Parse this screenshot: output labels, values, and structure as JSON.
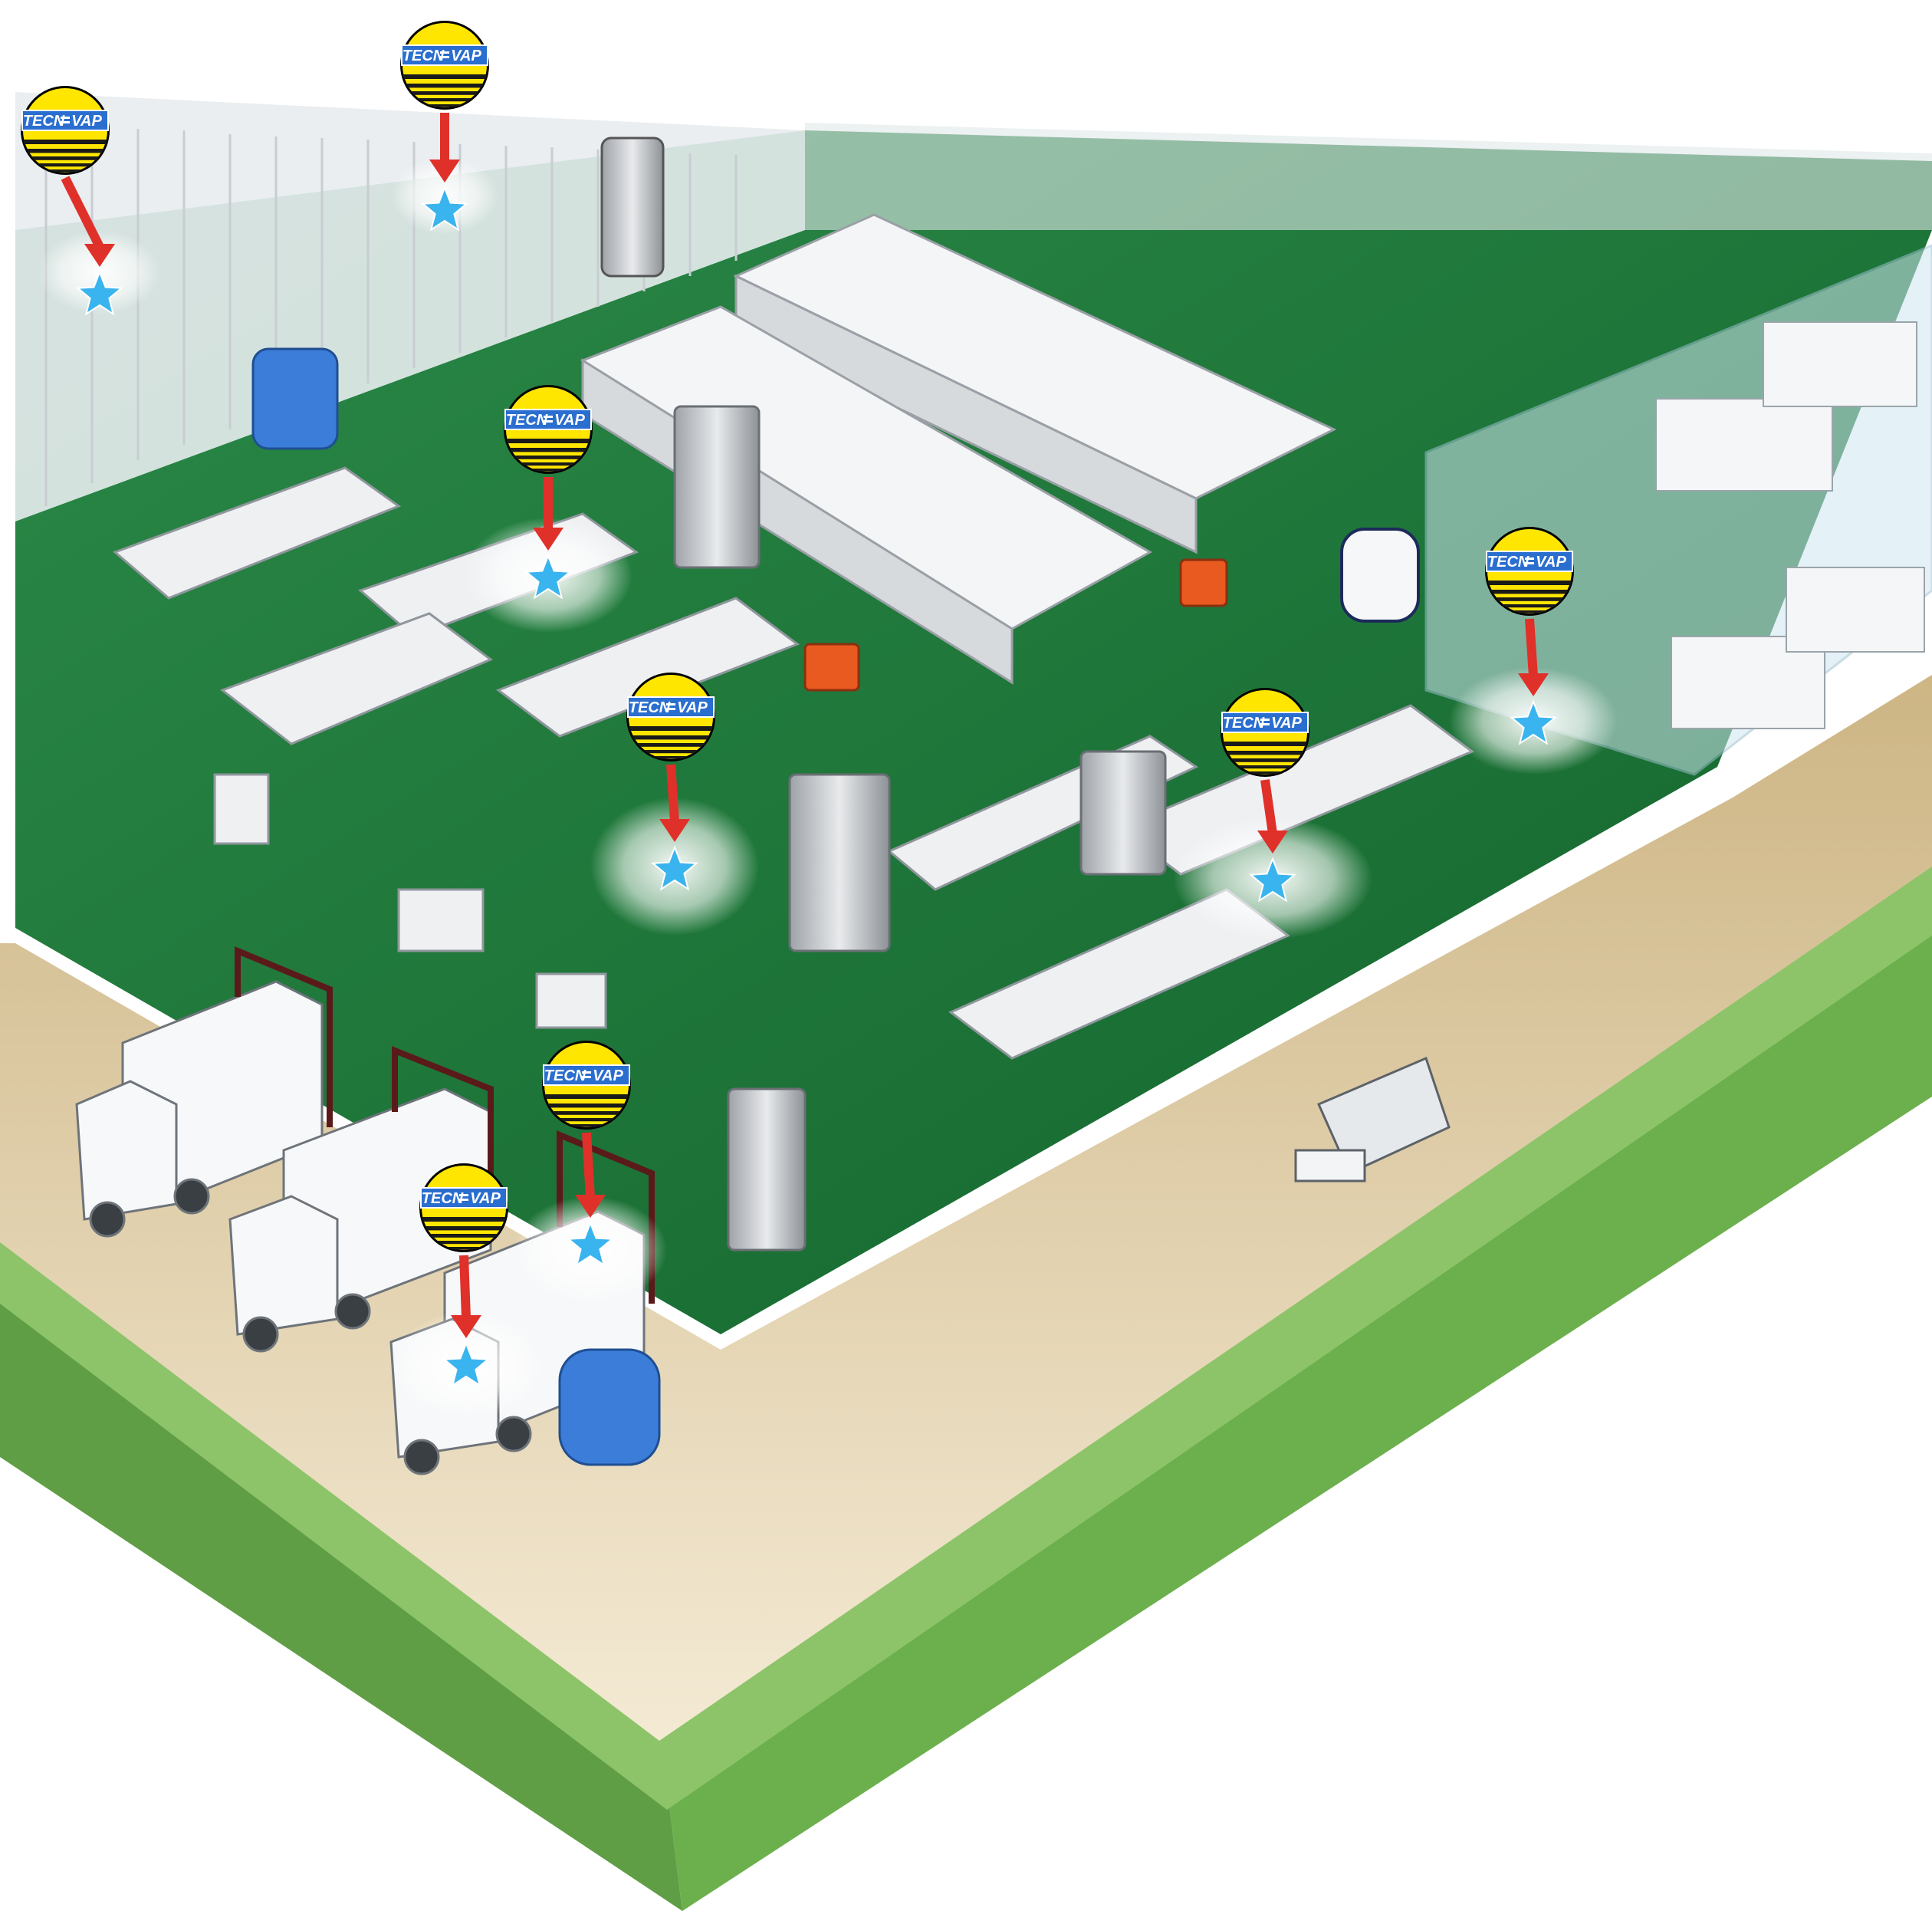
{
  "brand": {
    "logo_text_left": "TECN",
    "logo_text_right": "VAP",
    "logo_colors": {
      "yellow": "#ffe600",
      "stripe": "#1a1a1a",
      "blue_plate": "#2a6ecf",
      "arrow": "#e0302a",
      "star": "#3ab4ee"
    }
  },
  "scene_colors": {
    "floor": "#1f7a3c",
    "road": "#e3d1a8",
    "hedge": "#6aa84f",
    "walls": "#eef0f2",
    "steam": "#ffffff"
  },
  "callouts": [
    {
      "label_left": "TECN",
      "label_right": "VAP",
      "target": "wall vent"
    },
    {
      "label_left": "TECN",
      "label_right": "VAP",
      "target": "wall"
    },
    {
      "label_left": "TECN",
      "label_right": "VAP",
      "target": "processing line"
    },
    {
      "label_left": "TECN",
      "label_right": "VAP",
      "target": "mixer"
    },
    {
      "label_left": "TECN",
      "label_right": "VAP",
      "target": "conveyor"
    },
    {
      "label_left": "TECN",
      "label_right": "VAP",
      "target": "cold room floor"
    },
    {
      "label_left": "TECN",
      "label_right": "VAP",
      "target": "truck cargo box"
    },
    {
      "label_left": "TECN",
      "label_right": "VAP",
      "target": "truck cab"
    }
  ]
}
